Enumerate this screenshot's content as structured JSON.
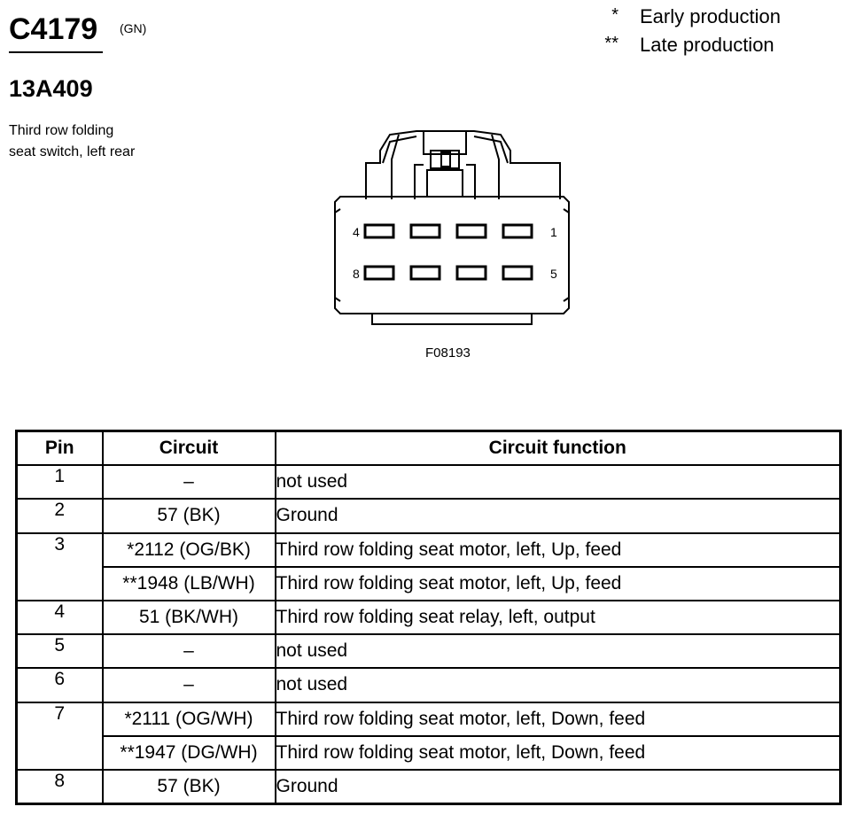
{
  "connector": {
    "id": "C4179",
    "color_code": "(GN)",
    "part_number": "13A409",
    "description_line1": "Third row folding",
    "description_line2": "seat switch, left rear"
  },
  "legend": [
    {
      "symbol": "*",
      "text": "Early production"
    },
    {
      "symbol": "**",
      "text": "Late production"
    }
  ],
  "diagram": {
    "figure_code": "F08193",
    "pin_labels": {
      "top_left": "4",
      "top_right": "1",
      "bottom_left": "8",
      "bottom_right": "5"
    }
  },
  "table": {
    "headers": {
      "pin": "Pin",
      "circuit": "Circuit",
      "function": "Circuit function"
    },
    "rows": [
      {
        "pin": "1",
        "circuits": [
          {
            "circuit": "–",
            "function": "not used"
          }
        ]
      },
      {
        "pin": "2",
        "circuits": [
          {
            "circuit": "57 (BK)",
            "function": "Ground"
          }
        ]
      },
      {
        "pin": "3",
        "circuits": [
          {
            "circuit": "*2112 (OG/BK)",
            "function": "Third row folding seat motor, left, Up, feed"
          },
          {
            "circuit": "**1948 (LB/WH)",
            "function": "Third row folding seat motor, left, Up, feed"
          }
        ]
      },
      {
        "pin": "4",
        "circuits": [
          {
            "circuit": "51 (BK/WH)",
            "function": "Third row folding seat relay, left, output"
          }
        ]
      },
      {
        "pin": "5",
        "circuits": [
          {
            "circuit": "–",
            "function": "not used"
          }
        ]
      },
      {
        "pin": "6",
        "circuits": [
          {
            "circuit": "–",
            "function": "not used"
          }
        ]
      },
      {
        "pin": "7",
        "circuits": [
          {
            "circuit": "*2111 (OG/WH)",
            "function": "Third row folding seat motor, left, Down, feed"
          },
          {
            "circuit": "**1947 (DG/WH)",
            "function": "Third row folding seat motor, left, Down, feed"
          }
        ]
      },
      {
        "pin": "8",
        "circuits": [
          {
            "circuit": "57 (BK)",
            "function": "Ground"
          }
        ]
      }
    ]
  }
}
